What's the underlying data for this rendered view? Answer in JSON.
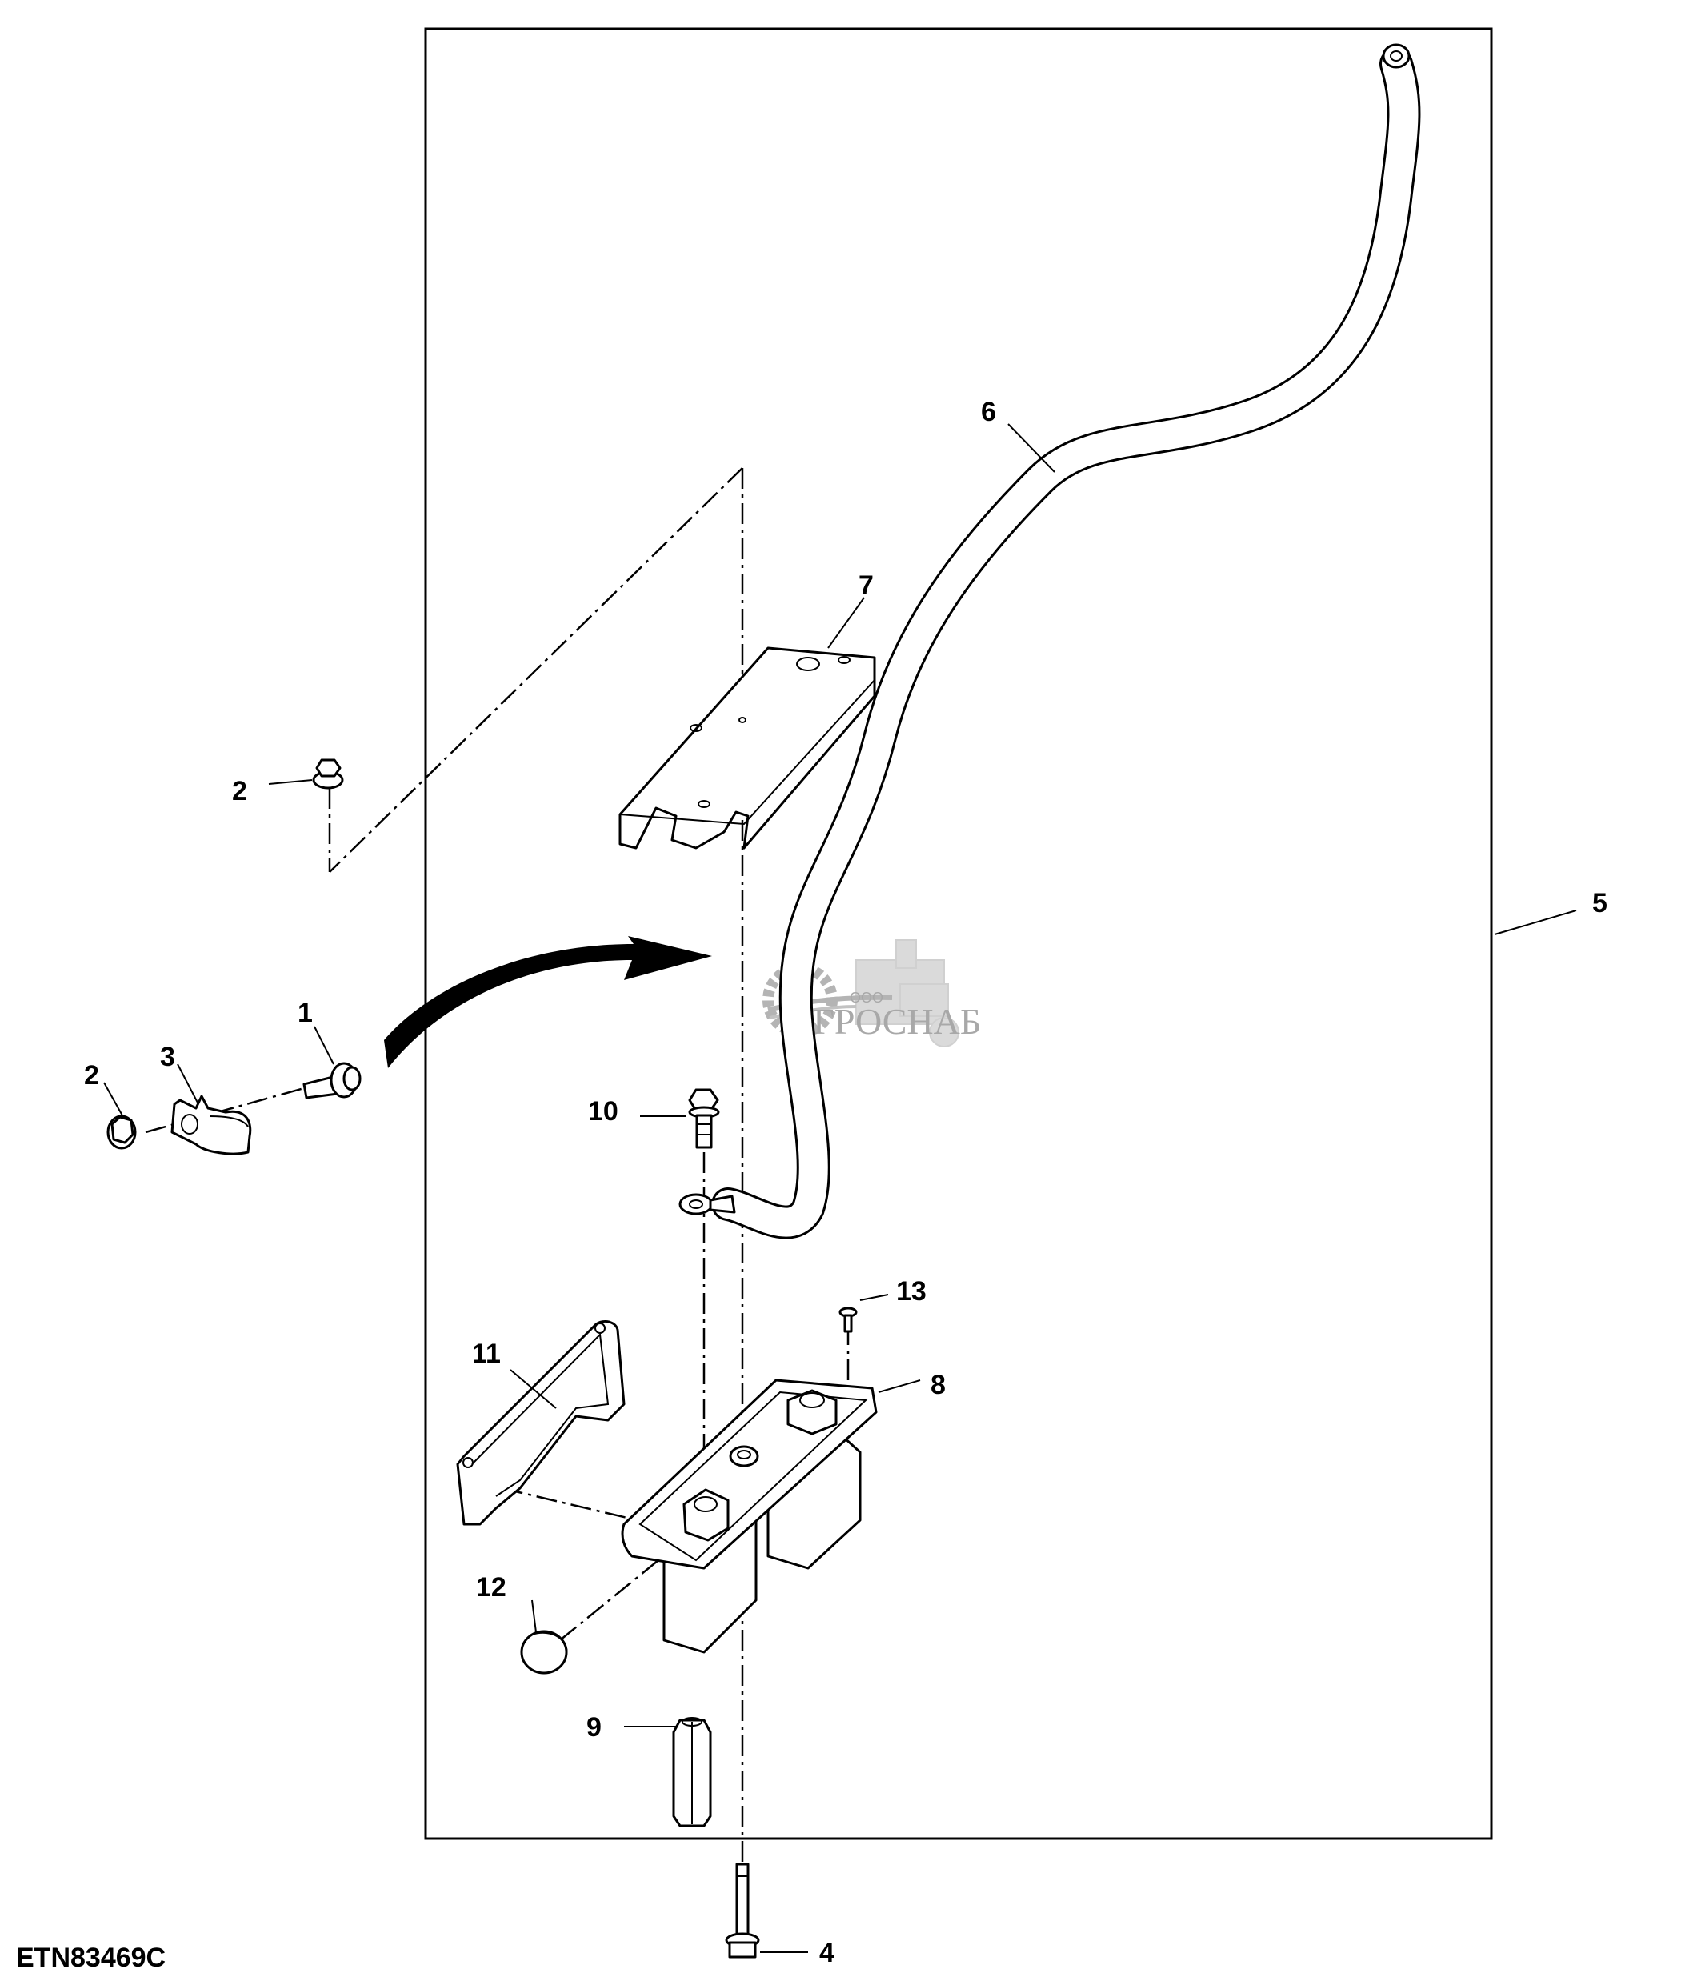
{
  "drawing": {
    "reference_code": "ETN83469C",
    "watermark": {
      "prefix": "ООО",
      "name": "АГРОСНАБ"
    },
    "callouts": [
      {
        "id": "c1",
        "label": "1",
        "part": "cap-screw"
      },
      {
        "id": "c2a",
        "label": "2",
        "part": "flange-nut-upper"
      },
      {
        "id": "c2b",
        "label": "2",
        "part": "flange-nut-left"
      },
      {
        "id": "c3",
        "label": "3",
        "part": "cable-clamp"
      },
      {
        "id": "c4",
        "label": "4",
        "part": "bottom-bolt"
      },
      {
        "id": "c5",
        "label": "5",
        "part": "cable-assembly-group"
      },
      {
        "id": "c6",
        "label": "6",
        "part": "ground-cable"
      },
      {
        "id": "c7",
        "label": "7",
        "part": "upper-block"
      },
      {
        "id": "c8",
        "label": "8",
        "part": "terminal-base"
      },
      {
        "id": "c9",
        "label": "9",
        "part": "hex-spacer"
      },
      {
        "id": "c10",
        "label": "10",
        "part": "terminal-bolt"
      },
      {
        "id": "c11",
        "label": "11",
        "part": "terminal-cover"
      },
      {
        "id": "c12",
        "label": "12",
        "part": "plug-cap"
      },
      {
        "id": "c13",
        "label": "13",
        "part": "small-screw"
      }
    ]
  }
}
